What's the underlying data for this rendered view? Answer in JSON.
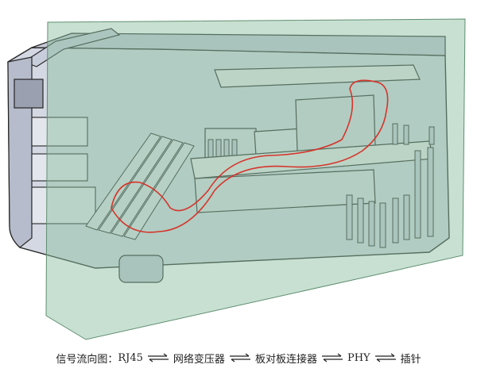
{
  "caption": {
    "label": "信号流向图：",
    "stages": [
      "RJ45",
      "网络变压器",
      "板对板连接器",
      "PHY",
      "插针"
    ],
    "arrow_icon": "bidirectional-arrow-icon"
  },
  "colors": {
    "cutting_plane": "#8cbf9e",
    "housing": "#d4d8e3",
    "housing_dark": "#b6bccb",
    "pcb": "#e8e8ea",
    "outline": "#262626",
    "signal_path": "#d6342b"
  }
}
